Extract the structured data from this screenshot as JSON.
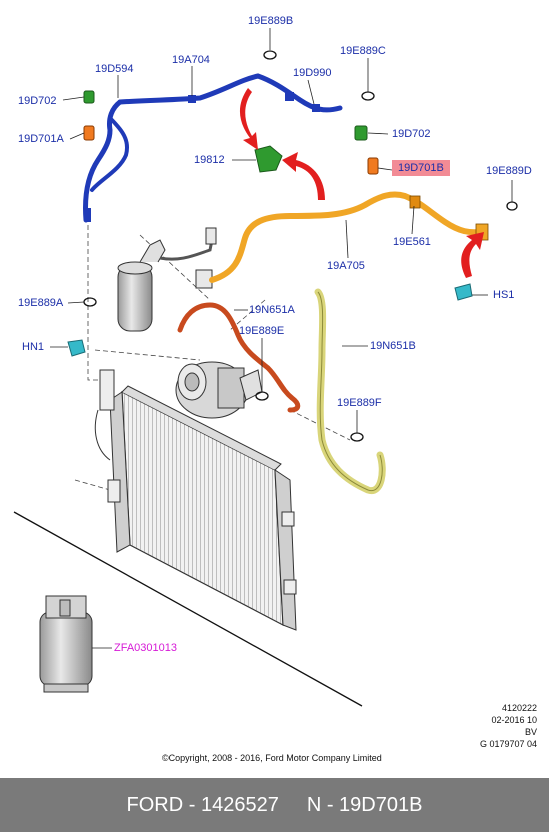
{
  "labels": {
    "l_19E889B": "19E889B",
    "l_19D594": "19D594",
    "l_19A704": "19A704",
    "l_19E889C": "19E889C",
    "l_19D702_left": "19D702",
    "l_19D990": "19D990",
    "l_19D701A": "19D701A",
    "l_19D702_right": "19D702",
    "l_19812": "19812",
    "l_19D701B": "19D701B",
    "l_19E889D": "19E889D",
    "l_19E561": "19E561",
    "l_19A705": "19A705",
    "l_HS1": "HS1",
    "l_19E889A": "19E889A",
    "l_19N651A": "19N651A",
    "l_19E889E": "19E889E",
    "l_HN1": "HN1",
    "l_19N651B": "19N651B",
    "l_19E889F": "19E889F",
    "l_ZFA0301013": "ZFA0301013"
  },
  "info_block": {
    "line1": "4120222",
    "line2": "02-2016 10",
    "line3": "BV",
    "line4": "G 0179707 04"
  },
  "copyright": "©Copyright, 2008 - 2016, Ford Motor Company Limited",
  "footer": {
    "brand_part": "FORD - 1426527",
    "part_code": "N - 19D701B"
  },
  "colors": {
    "label_blue": "#1c2fa8",
    "highlight": "#f28b95",
    "magenta": "#d61ad6",
    "footer_bg": "#7a7a7a",
    "blue_pipe": "#1f3ab8",
    "orange_pipe": "#f0a626",
    "rust_pipe": "#c84a1e",
    "yellow_pipe": "#d9d57a",
    "red_arrow": "#e21f1f"
  }
}
